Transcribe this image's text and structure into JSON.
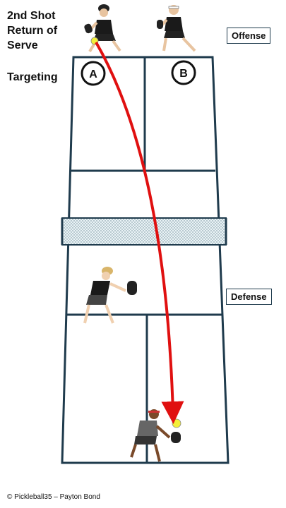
{
  "title_lines": [
    "2nd Shot",
    "Return of",
    "Serve"
  ],
  "subtitle": "Targeting",
  "labels": {
    "offense": "Offense",
    "defense": "Defense",
    "player_a": "A",
    "player_b": "B"
  },
  "copyright": "© Pickleball35 – Payton Bond",
  "colors": {
    "court_lines": "#1f3b4d",
    "shot_path": "#e01010",
    "ball": "#f2ef3a",
    "net": "#cfe3ea"
  }
}
